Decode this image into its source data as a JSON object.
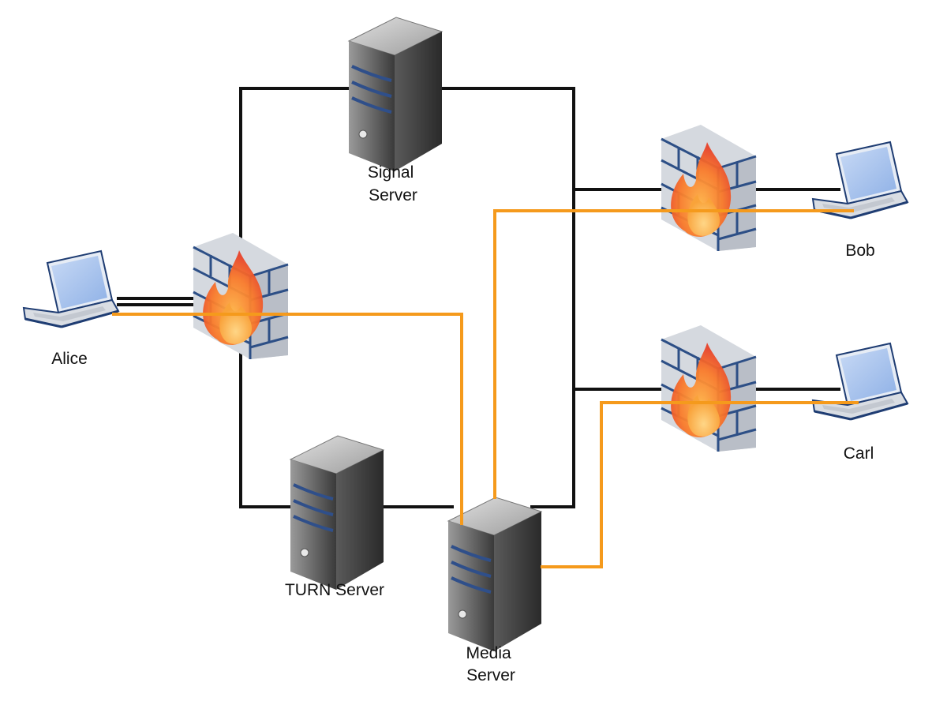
{
  "labels": {
    "signal_server": [
      "Signal",
      "Server"
    ],
    "turn_server": "TURN Server",
    "media_server": [
      "Media",
      "Server"
    ],
    "alice": "Alice",
    "bob": "Bob",
    "carl": "Carl"
  },
  "colors": {
    "signaling_link": "#111111",
    "media_link": "#f59a1c",
    "background": "#ffffff"
  },
  "icons": {
    "server": "server-tower-icon",
    "firewall": "firewall-icon",
    "client": "laptop-icon"
  }
}
